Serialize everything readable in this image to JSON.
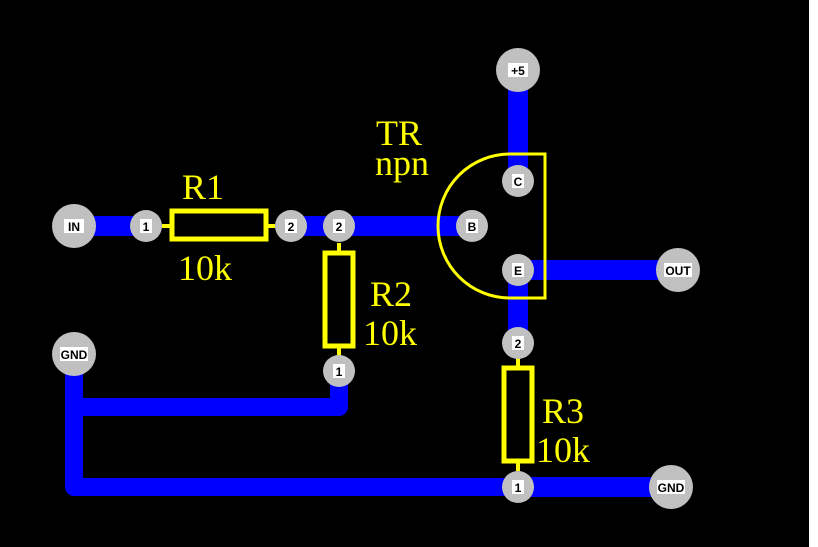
{
  "title": "PCB layout: NPN emitter follower",
  "colors": {
    "background": "#000000",
    "trace": "#0000ff",
    "silkscreen": "#ffff00",
    "pad": "#c0c0c0",
    "pad_label_bg": "#ffffff",
    "pad_label_text": "#000000"
  },
  "components": {
    "r1": {
      "name": "R1",
      "value": "10k"
    },
    "r2": {
      "name": "R2",
      "value": "10k"
    },
    "r3": {
      "name": "R3",
      "value": "10k"
    },
    "tr": {
      "name": "TR",
      "value": "npn"
    }
  },
  "pads": {
    "in": "IN",
    "gnd_left": "GND",
    "vcc": "+5",
    "out": "OUT",
    "gnd_right": "GND",
    "r1_p1": "1",
    "r1_p2": "2",
    "r2_p2": "2",
    "r2_p1": "1",
    "r3_p2": "2",
    "r3_p1": "1",
    "tr_c": "C",
    "tr_b": "B",
    "tr_e": "E"
  }
}
